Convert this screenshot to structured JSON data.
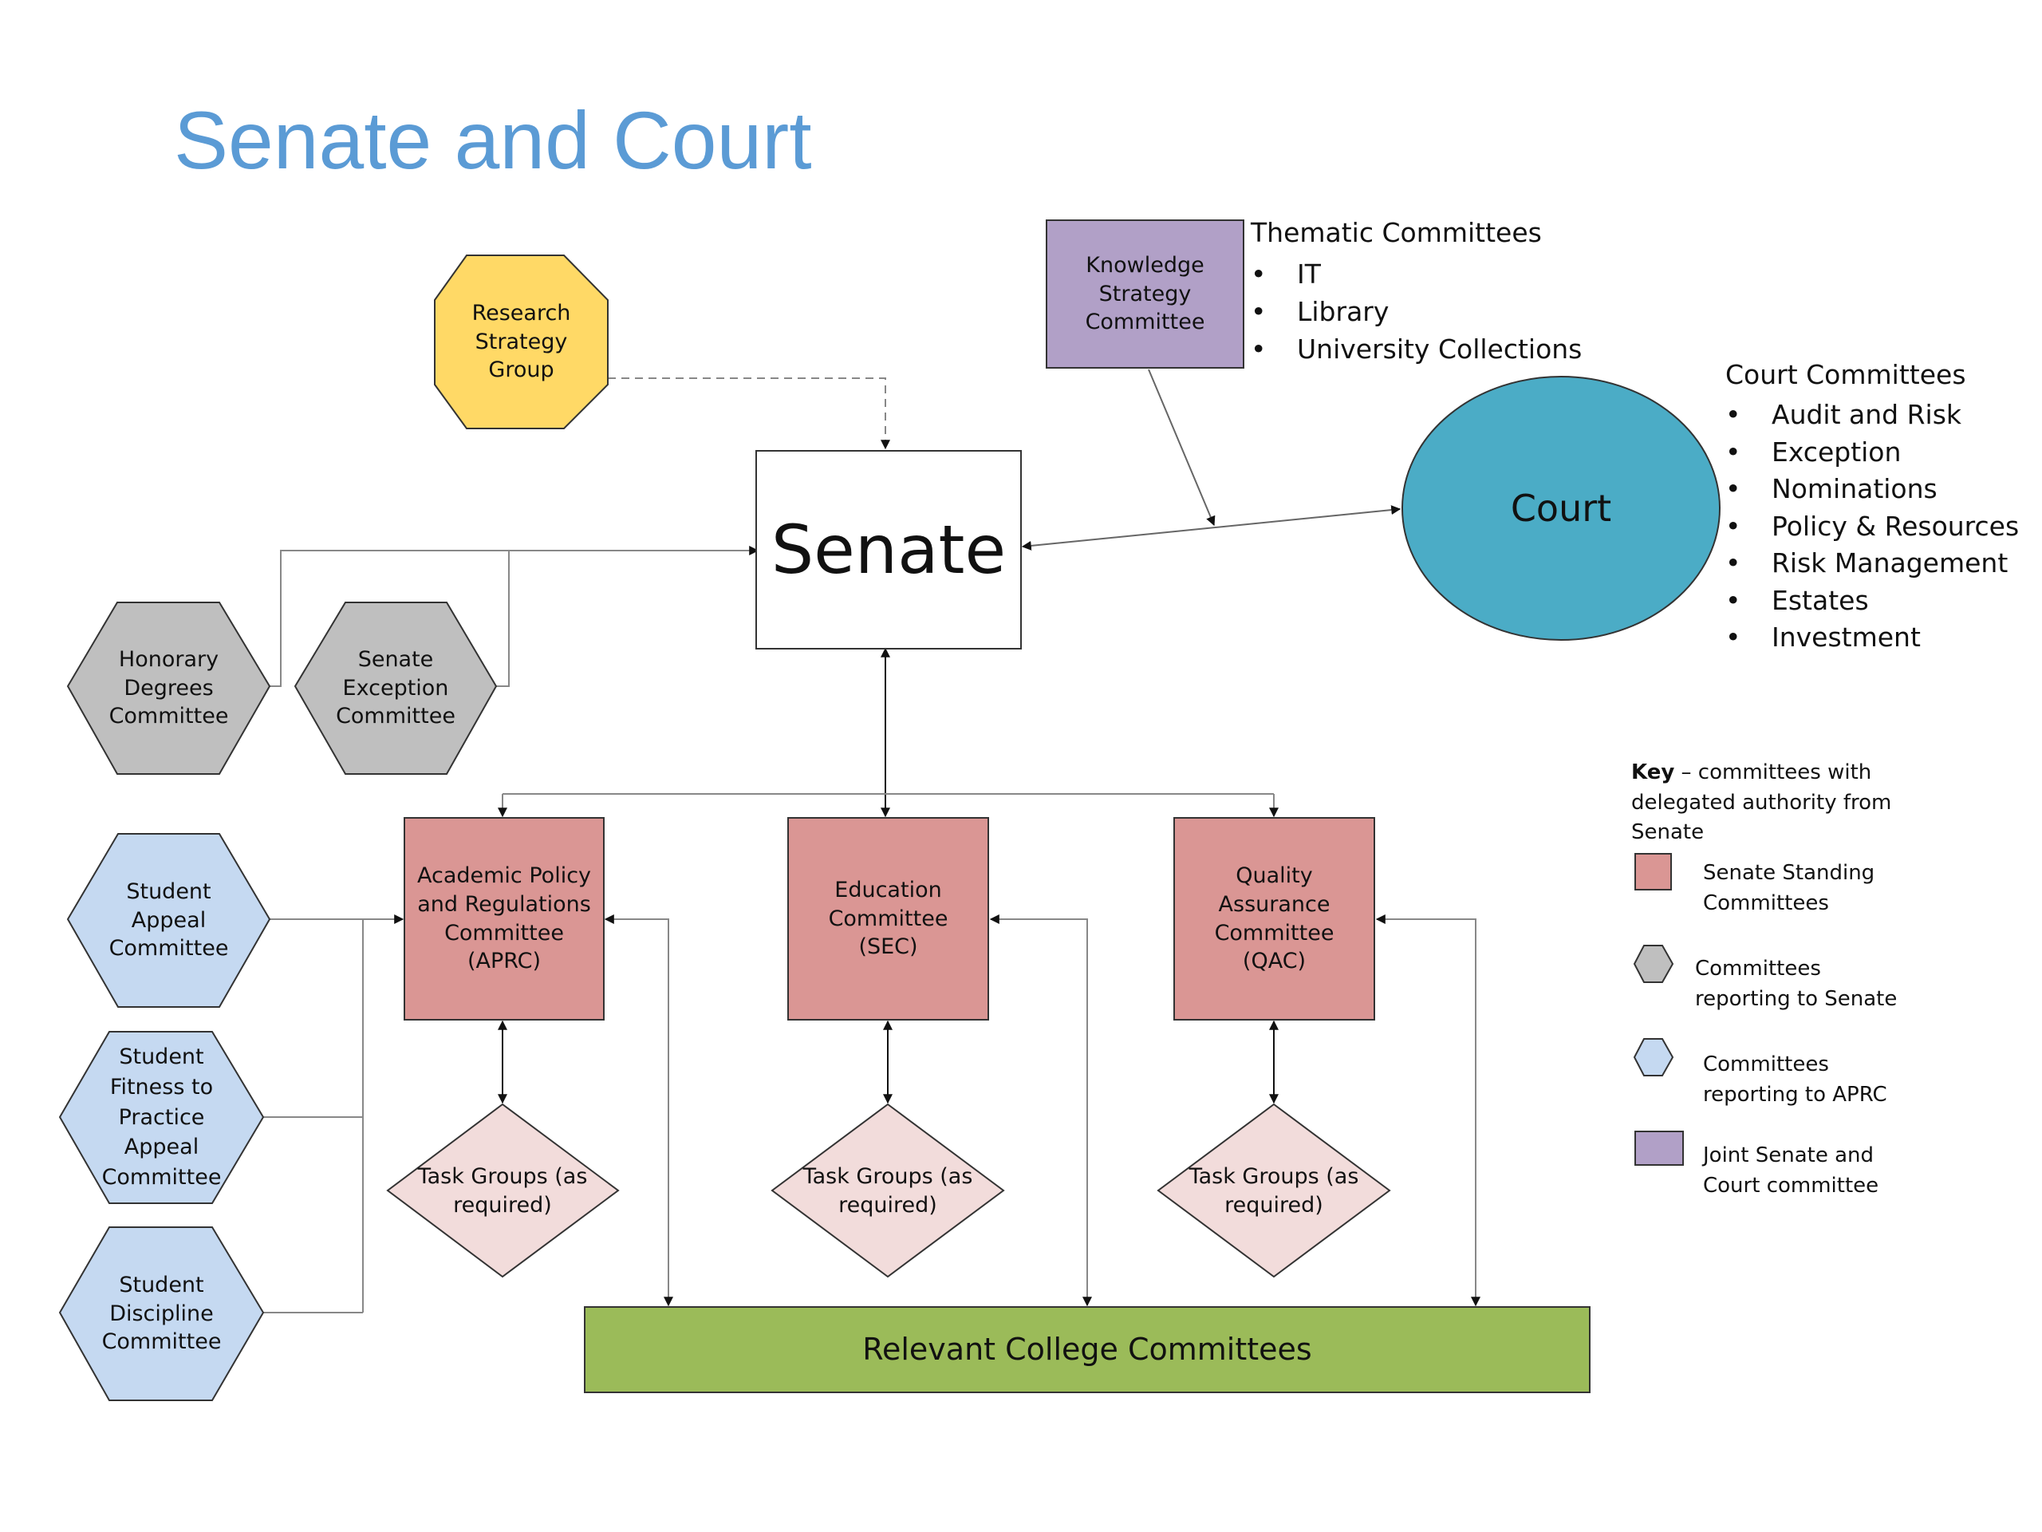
{
  "title": "Senate and Court",
  "nodes": {
    "research_strategy": "Research\nStrategy\nGroup",
    "knowledge_strategy": "Knowledge\nStrategy\nCommittee",
    "senate": "Senate",
    "court": "Court",
    "honorary_degrees": "Honorary\nDegrees\nCommittee",
    "senate_exception": "Senate\nException\nCommittee",
    "student_appeal": "Student\nAppeal\nCommittee",
    "student_fitness": "Student\nFitness to\nPractice\nAppeal\nCommittee",
    "student_discipline": "Student\nDiscipline\nCommittee",
    "aprc": "Academic Policy\nand Regulations\nCommittee\n(APRC)",
    "sec": "Education\nCommittee\n(SEC)",
    "qac": "Quality\nAssurance\nCommittee\n(QAC)",
    "task_groups_1": "Task Groups (as\nrequired)",
    "task_groups_2": "Task Groups (as\nrequired)",
    "task_groups_3": "Task Groups (as\nrequired)",
    "college": "Relevant College Committees"
  },
  "thematic": {
    "heading": "Thematic Committees",
    "items": [
      "IT",
      "Library",
      "University Collections"
    ]
  },
  "court_committees": {
    "heading": "Court Committees",
    "items": [
      "Audit and Risk",
      "Exception",
      "Nominations",
      "Policy & Resources",
      "Risk Management",
      "Estates",
      "Investment"
    ]
  },
  "key": {
    "bold": "Key",
    "text": " – committees with\ndelegated authority from\nSenate",
    "items": [
      {
        "shape": "square",
        "color": "#da9694",
        "label": "Senate Standing\nCommittees"
      },
      {
        "shape": "hexagon",
        "color": "#bfbfbf",
        "label": "Committees\nreporting to Senate"
      },
      {
        "shape": "hexagon",
        "color": "#c5d9f1",
        "label": "Committees\nreporting to APRC"
      },
      {
        "shape": "square",
        "color": "#b1a0c7",
        "label": "Joint Senate and\nCourt committee"
      }
    ]
  },
  "colors": {
    "title": "#5b9bd5",
    "research": "#ffd966",
    "knowledge": "#b1a0c7",
    "court": "#4bacc6",
    "grey_hex": "#bfbfbf",
    "blue_hex": "#c5d9f1",
    "standing": "#da9694",
    "task_groups": "#f2dcdb",
    "college": "#9bbb59"
  }
}
